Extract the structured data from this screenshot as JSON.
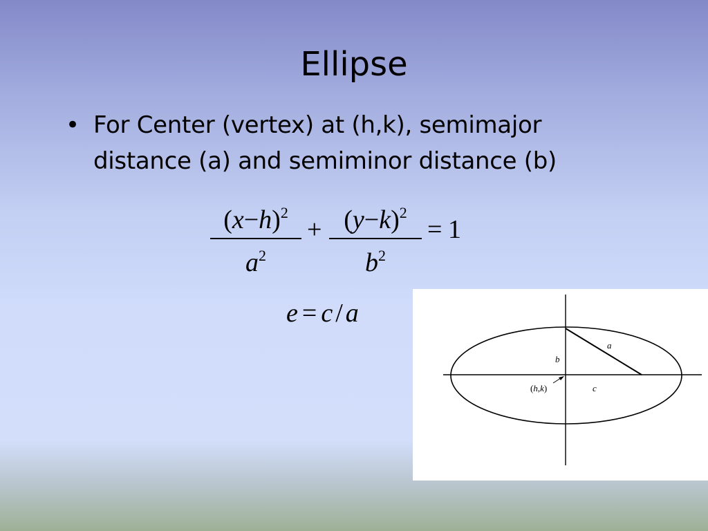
{
  "slide": {
    "title": "Ellipse",
    "bullet": "For Center (vertex) at (h,k), semimajor distance (a) and semiminor distance (b)",
    "bullet_marker": "•"
  },
  "equation": {
    "term1_num_a": "(",
    "term1_num_var1": "x",
    "term1_num_minus": "−",
    "term1_num_var2": "h",
    "term1_num_close": ")",
    "term1_num_exp": "2",
    "term1_den_var": "a",
    "term1_den_exp": "2",
    "plus": "+",
    "term2_num_open": "(",
    "term2_num_var1": "y",
    "term2_num_minus": "−",
    "term2_num_var2": "k",
    "term2_num_close": ")",
    "term2_num_exp": "2",
    "term2_den_var": "b",
    "term2_den_exp": "2",
    "equals": "=",
    "rhs": "1"
  },
  "eccentricity": {
    "lhs": "e",
    "equals": "=",
    "c": "c",
    "slash": "/",
    "a": "a"
  },
  "diagram": {
    "label_a": "a",
    "label_b": "b",
    "label_c": "c",
    "label_center_open": "(",
    "label_center_h": "h",
    "label_center_comma": ",",
    "label_center_k": "k",
    "label_center_close": ")"
  }
}
